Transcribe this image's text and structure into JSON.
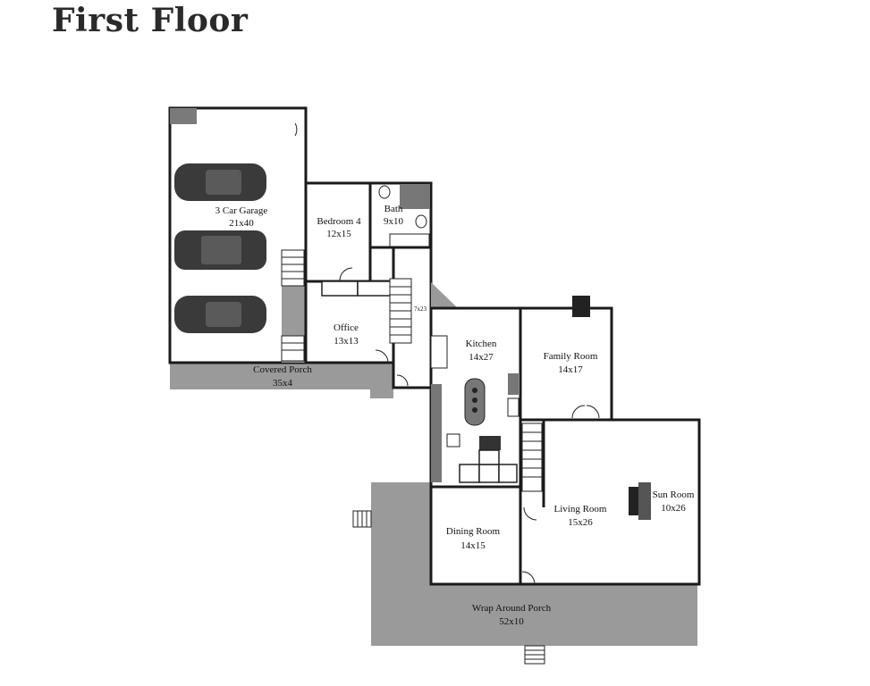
{
  "title": "First Floor",
  "rooms": [
    {
      "id": "garage",
      "name": "3 Car Garage",
      "size": "21x40"
    },
    {
      "id": "bedroom4",
      "name": "Bedroom 4",
      "size": "12x15"
    },
    {
      "id": "bath",
      "name": "Bath",
      "size": "9x10"
    },
    {
      "id": "office",
      "name": "Office",
      "size": "13x13"
    },
    {
      "id": "covered_porch",
      "name": "Covered Porch",
      "size": "35x4"
    },
    {
      "id": "kitchen",
      "name": "Kitchen",
      "size": "14x27"
    },
    {
      "id": "family_room",
      "name": "Family Room",
      "size": "14x17"
    },
    {
      "id": "living_room",
      "name": "Living Room",
      "size": "15x26"
    },
    {
      "id": "sun_room",
      "name": "Sun Room",
      "size": "10x26"
    },
    {
      "id": "dining_room",
      "name": "Dining Room",
      "size": "14x15"
    },
    {
      "id": "wrap_porch",
      "name": "Wrap Around Porch",
      "size": "52x10"
    }
  ],
  "small_label": "7x23",
  "colors": {
    "wall": "#1a1a1a",
    "porch_fill": "#9a9a9a",
    "car_fill": "#3a3a3a",
    "fixture_fill": "#6a6a6a",
    "fireplace": "#222222"
  }
}
